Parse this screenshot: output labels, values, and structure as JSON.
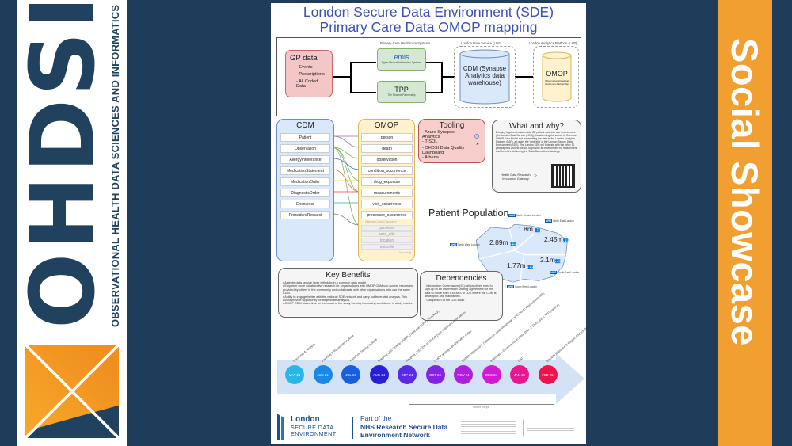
{
  "sidebar_left": {
    "logo_word": "OHDSI",
    "logo_subtitle": "Observational Health Data Sciences and Informatics",
    "colors": {
      "navy": "#20425f",
      "orange": "#f09f30"
    }
  },
  "sidebar_right": {
    "label": "Social Showcase"
  },
  "poster": {
    "title_line1": "London Secure Data Environment (SDE)",
    "title_line2": "Primary Care Data OMOP mapping",
    "flow": {
      "gp_title": "GP data",
      "gp_items": [
        "- Events",
        "- Prescriptions",
        "- All Coded Data"
      ],
      "primary_care_label": "Primary Care Healthcare Systems",
      "emis_name": "emis",
      "emis_sub": "Egton Medical Information Systems",
      "tpp_name": "TPP",
      "tpp_sub": "The Phoenix Partnership",
      "lds_label": "London Data Service (LDS)",
      "cdm_text": "CDM (Synapse Analytics data warehouse)",
      "lap_label": "London Analytics Platform (LAP)",
      "omop_text": "OMOP",
      "omop_sub": "Observational Medical Outcomes Partnership"
    },
    "cdm": {
      "title": "CDM",
      "items": [
        "Patient",
        "Observation",
        "AllergyIntolerance",
        "MedicationStatement",
        "MedicationOrder",
        "DiagnosticOrder",
        "Encounter",
        "ProcedureRequest"
      ]
    },
    "omop": {
      "title": "OMOP",
      "items": [
        "person",
        "death",
        "observation",
        "condition_occurrence",
        "drug_exposure",
        "measurements",
        "visit_occurrence",
        "procedure_occurrence"
      ],
      "divider_label": "National Cohort Discovery",
      "upcoming": [
        "provider",
        "care_site",
        "location",
        "episode"
      ],
      "upcoming_label": "Upcoming"
    },
    "tooling": {
      "title": "Tooling",
      "items": [
        "- Azure Synapse Analytics",
        "- T-SQL",
        "- OHDSI Data Quality Dashboard",
        "- Athena"
      ]
    },
    "what_why": {
      "title": "What and why?",
      "body": "Bringing together London-wide GP patient data into one environment (the London Data Service (LDS)), transforming the source to Common OMOP Data Model and transmitting the data to the London Analytics Platform (LAP), all under the 'umbrella' of the London Secure Data Environment (SDE). The London SDE will federate with the other 10 geographies around the UK to provide an environment for researchers and therefore delivering the 'Data Saves Lives' strategy.",
      "hdr_label": "Health Data Research Innovation Gateway"
    },
    "population": {
      "title": "Patient Population",
      "nhs_badge": "NHS",
      "regions": [
        {
          "name": "North Central London",
          "value": "1.8m"
        },
        {
          "name": "North East London",
          "value": "2.45m"
        },
        {
          "name": "North West London",
          "value": "2.89m"
        },
        {
          "name": "South West London",
          "value": "1.77m"
        },
        {
          "name": "South East London",
          "value": "2.1m"
        }
      ]
    },
    "key_benefits": {
      "title": "Key Benefits",
      "items": [
        "A single data service layer with data in a common data model",
        "Empower more collaborative research i.e. organisations with OMOP CDM can access resources provided by others in the community and collaborate with other organisations who use the same CDM.",
        "Ability to engage better with the national SDE network and carry out federated analysis. This would provide opportunity for large scale analytics.",
        "OMOP CDM saves time on the onset of the study thereby increasing confidence in study results"
      ]
    },
    "dependencies": {
      "title": "Dependencies",
      "items": [
        "Information Governance (IG): all practices need to sign-up to an information sharing agreement for the data to move from S1/EMIS to LDS where the CDM is developed and maintained.",
        "Completion of the LDS build."
      ]
    },
    "timeline": {
      "months": [
        "MAY-24",
        "JUN-24",
        "JUL-24",
        "AUG-24",
        "SEP-24",
        "OCT-24",
        "NOV-24",
        "DEC-24",
        "JAN-25",
        "FEB-25"
      ],
      "colors": [
        "#2ab7e8",
        "#1b87e6",
        "#1660e0",
        "#2a1fd9",
        "#5b2ae6",
        "#8622e6",
        "#b01ee0",
        "#d01bd3",
        "#e8178f",
        "#ee1449"
      ],
      "steps": [
        "Discovery & Analysis",
        "Planning & Resources in place",
        "Transform Tooling in place",
        "Mapping LDS CDM to OMOP (Database Cohort Discovery)",
        "Mapping LDS CDM to OMOP (Non National Cohort tables)",
        "OMOP testing with SNOMED codes",
        "EHDEN Milestone 2 Submission (with Immediate / NHS North East London ICB)",
        "Information Governance in place (Min. 1 EMIS and 1 TPP practice)",
        "UAT",
        "EHDEN Milestone 3 Report, EHDEN Portal Update"
      ],
      "future_label": "Future Steps"
    },
    "footer": {
      "lsde_line1": "London",
      "lsde_line2": "SECURE DATA",
      "lsde_line3": "ENVIRONMENT",
      "part_of": "Part of the",
      "network_line1": "NHS Research Secure Data",
      "network_line2": "Environment Network"
    }
  }
}
